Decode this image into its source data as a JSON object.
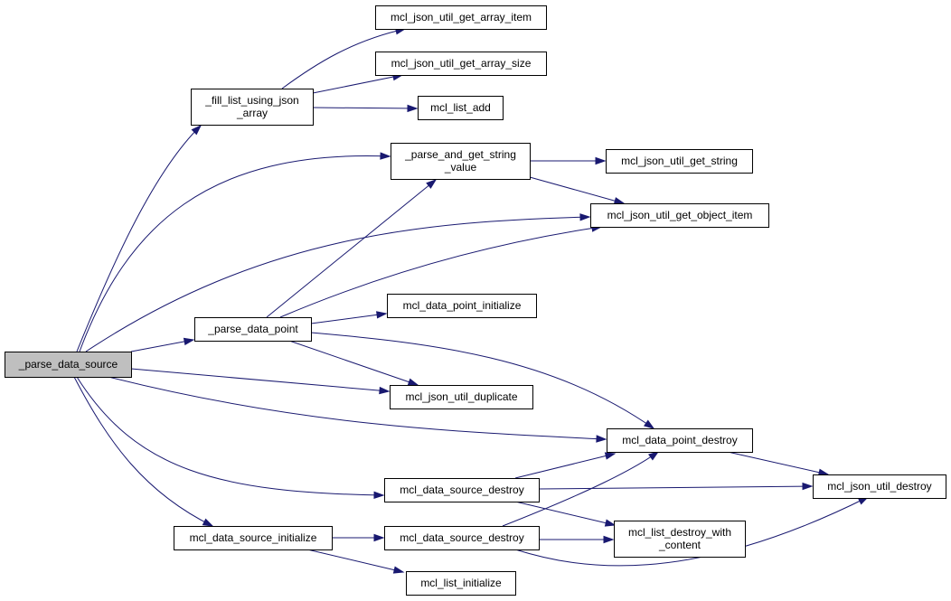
{
  "graph": {
    "edge_color": "#191970",
    "root_fill": "#bfbfbf",
    "nodes": {
      "parse_data_source": [
        "_parse_data_source"
      ],
      "fill_list": [
        "_fill_list_using_json",
        "_array"
      ],
      "parse_and_get_string": [
        "_parse_and_get_string",
        "_value"
      ],
      "parse_data_point": [
        "_parse_data_point"
      ],
      "ds_initialize": [
        "mcl_data_source_initialize"
      ],
      "get_array_item": [
        "mcl_json_util_get_array_item"
      ],
      "get_array_size": [
        "mcl_json_util_get_array_size"
      ],
      "list_add": [
        "mcl_list_add"
      ],
      "get_string": [
        "mcl_json_util_get_string"
      ],
      "get_object_item": [
        "mcl_json_util_get_object_item"
      ],
      "dp_initialize": [
        "mcl_data_point_initialize"
      ],
      "duplicate": [
        "mcl_json_util_duplicate"
      ],
      "dp_destroy": [
        "mcl_data_point_destroy"
      ],
      "ds_destroy_1": [
        "mcl_data_source_destroy"
      ],
      "ds_destroy_2": [
        "mcl_data_source_destroy"
      ],
      "json_destroy": [
        "mcl_json_util_destroy"
      ],
      "list_destroy_with_content": [
        "mcl_list_destroy_with",
        "_content"
      ],
      "list_initialize": [
        "mcl_list_initialize"
      ]
    },
    "edges": [
      [
        "parse_data_source",
        "fill_list"
      ],
      [
        "parse_data_source",
        "parse_and_get_string"
      ],
      [
        "parse_data_source",
        "get_object_item"
      ],
      [
        "parse_data_source",
        "parse_data_point"
      ],
      [
        "parse_data_source",
        "duplicate"
      ],
      [
        "parse_data_source",
        "dp_destroy"
      ],
      [
        "parse_data_source",
        "ds_destroy_1"
      ],
      [
        "parse_data_source",
        "ds_initialize"
      ],
      [
        "fill_list",
        "get_array_item"
      ],
      [
        "fill_list",
        "get_array_size"
      ],
      [
        "fill_list",
        "list_add"
      ],
      [
        "parse_and_get_string",
        "get_string"
      ],
      [
        "parse_and_get_string",
        "get_object_item"
      ],
      [
        "parse_data_point",
        "parse_and_get_string"
      ],
      [
        "parse_data_point",
        "get_object_item"
      ],
      [
        "parse_data_point",
        "dp_initialize"
      ],
      [
        "parse_data_point",
        "duplicate"
      ],
      [
        "parse_data_point",
        "dp_destroy"
      ],
      [
        "dp_destroy",
        "json_destroy"
      ],
      [
        "ds_destroy_1",
        "dp_destroy"
      ],
      [
        "ds_destroy_1",
        "json_destroy"
      ],
      [
        "ds_destroy_1",
        "list_destroy_with_content"
      ],
      [
        "ds_initialize",
        "ds_destroy_2"
      ],
      [
        "ds_initialize",
        "list_initialize"
      ],
      [
        "ds_destroy_2",
        "dp_destroy"
      ],
      [
        "ds_destroy_2",
        "list_destroy_with_content"
      ],
      [
        "ds_destroy_2",
        "json_destroy"
      ]
    ]
  }
}
